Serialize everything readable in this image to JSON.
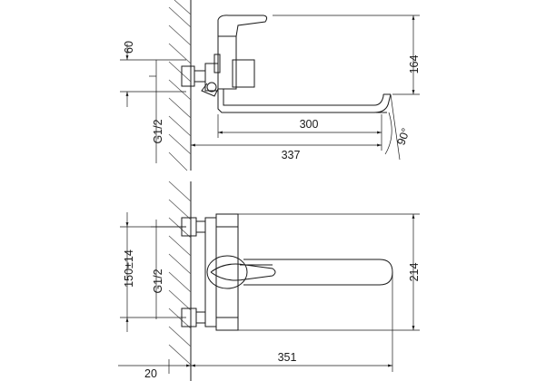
{
  "dimensions": {
    "side_height_60": "60",
    "side_height_164": "164",
    "side_thread": "G1/2",
    "side_spout_300": "300",
    "side_spout_337": "337",
    "side_angle": "90°",
    "front_spacing": "150±14",
    "front_thread": "G1/2",
    "front_height_214": "214",
    "front_spout_351": "351",
    "front_offset_20": "20"
  }
}
